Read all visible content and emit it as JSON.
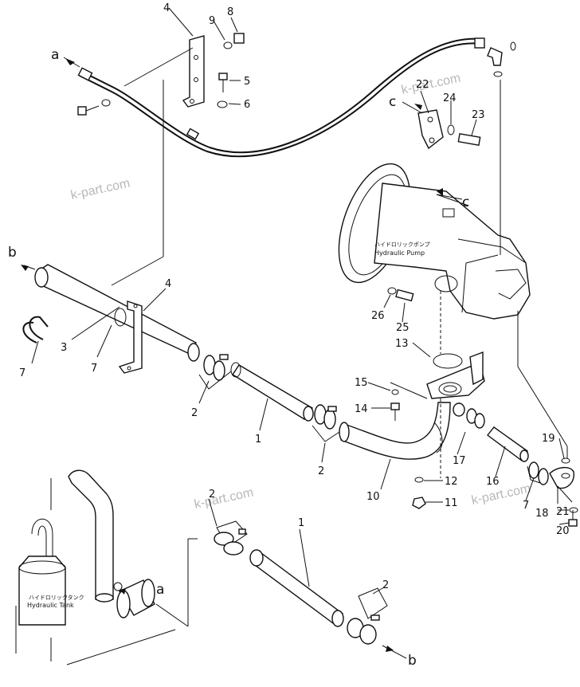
{
  "callouts": {
    "n4a": "4",
    "n9": "9",
    "n8": "8",
    "n5": "5",
    "n6": "6",
    "n22": "22",
    "n24": "24",
    "n23": "23",
    "n4b": "4",
    "n3": "3",
    "n7a": "7",
    "n7b": "7",
    "n26": "26",
    "n25": "25",
    "n13": "13",
    "n15": "15",
    "n14": "14",
    "n2a": "2",
    "n1a": "1",
    "n2b": "2",
    "n10": "10",
    "n17": "17",
    "n12": "12",
    "n11": "11",
    "n16": "16",
    "n19": "19",
    "n7c": "7",
    "n18": "18",
    "n21": "21",
    "n20": "20",
    "n2c": "2",
    "n1b": "1",
    "n2d": "2"
  },
  "refs": {
    "a1": "a",
    "b1": "b",
    "c1": "c",
    "c2": "c",
    "a2": "a",
    "b2": "b"
  },
  "labels": {
    "pump_jp": "ハイドロリックポンプ",
    "pump_en": "Hydraulic  Pump",
    "tank_jp": "ハイドロリックタンク",
    "tank_en": "Hydraulic  Tank"
  },
  "watermark": "k-part.com",
  "colors": {
    "line": "#111111",
    "watermark": "#b8b8b8",
    "background": "#ffffff"
  }
}
